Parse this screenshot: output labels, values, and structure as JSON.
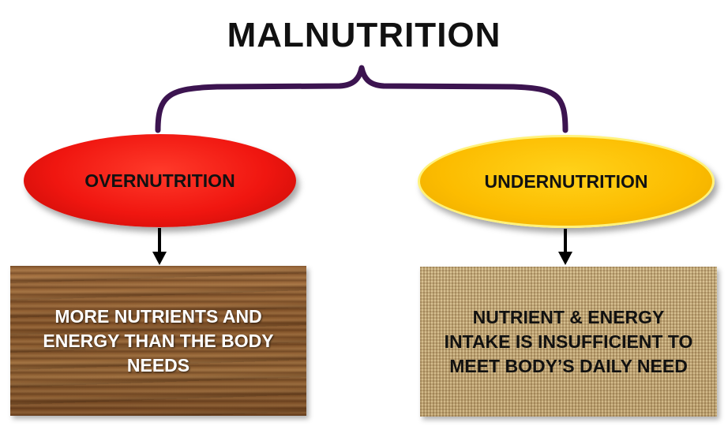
{
  "title": "MALNUTRITION",
  "branches": [
    {
      "label": "OVERNUTRITION",
      "color": "#f01610",
      "description": "MORE NUTRIENTS AND ENERGY THAN THE BODY NEEDS",
      "texture": "wood"
    },
    {
      "label": "UNDERNUTRITION",
      "color": "#fcbc00",
      "description": "NUTRIENT & ENERGY INTAKE IS INSUFFICIENT TO MEET BODY’S DAILY NEED",
      "texture": "burlap"
    }
  ],
  "colors": {
    "brace": "#3c1450",
    "arrow": "#000000"
  }
}
